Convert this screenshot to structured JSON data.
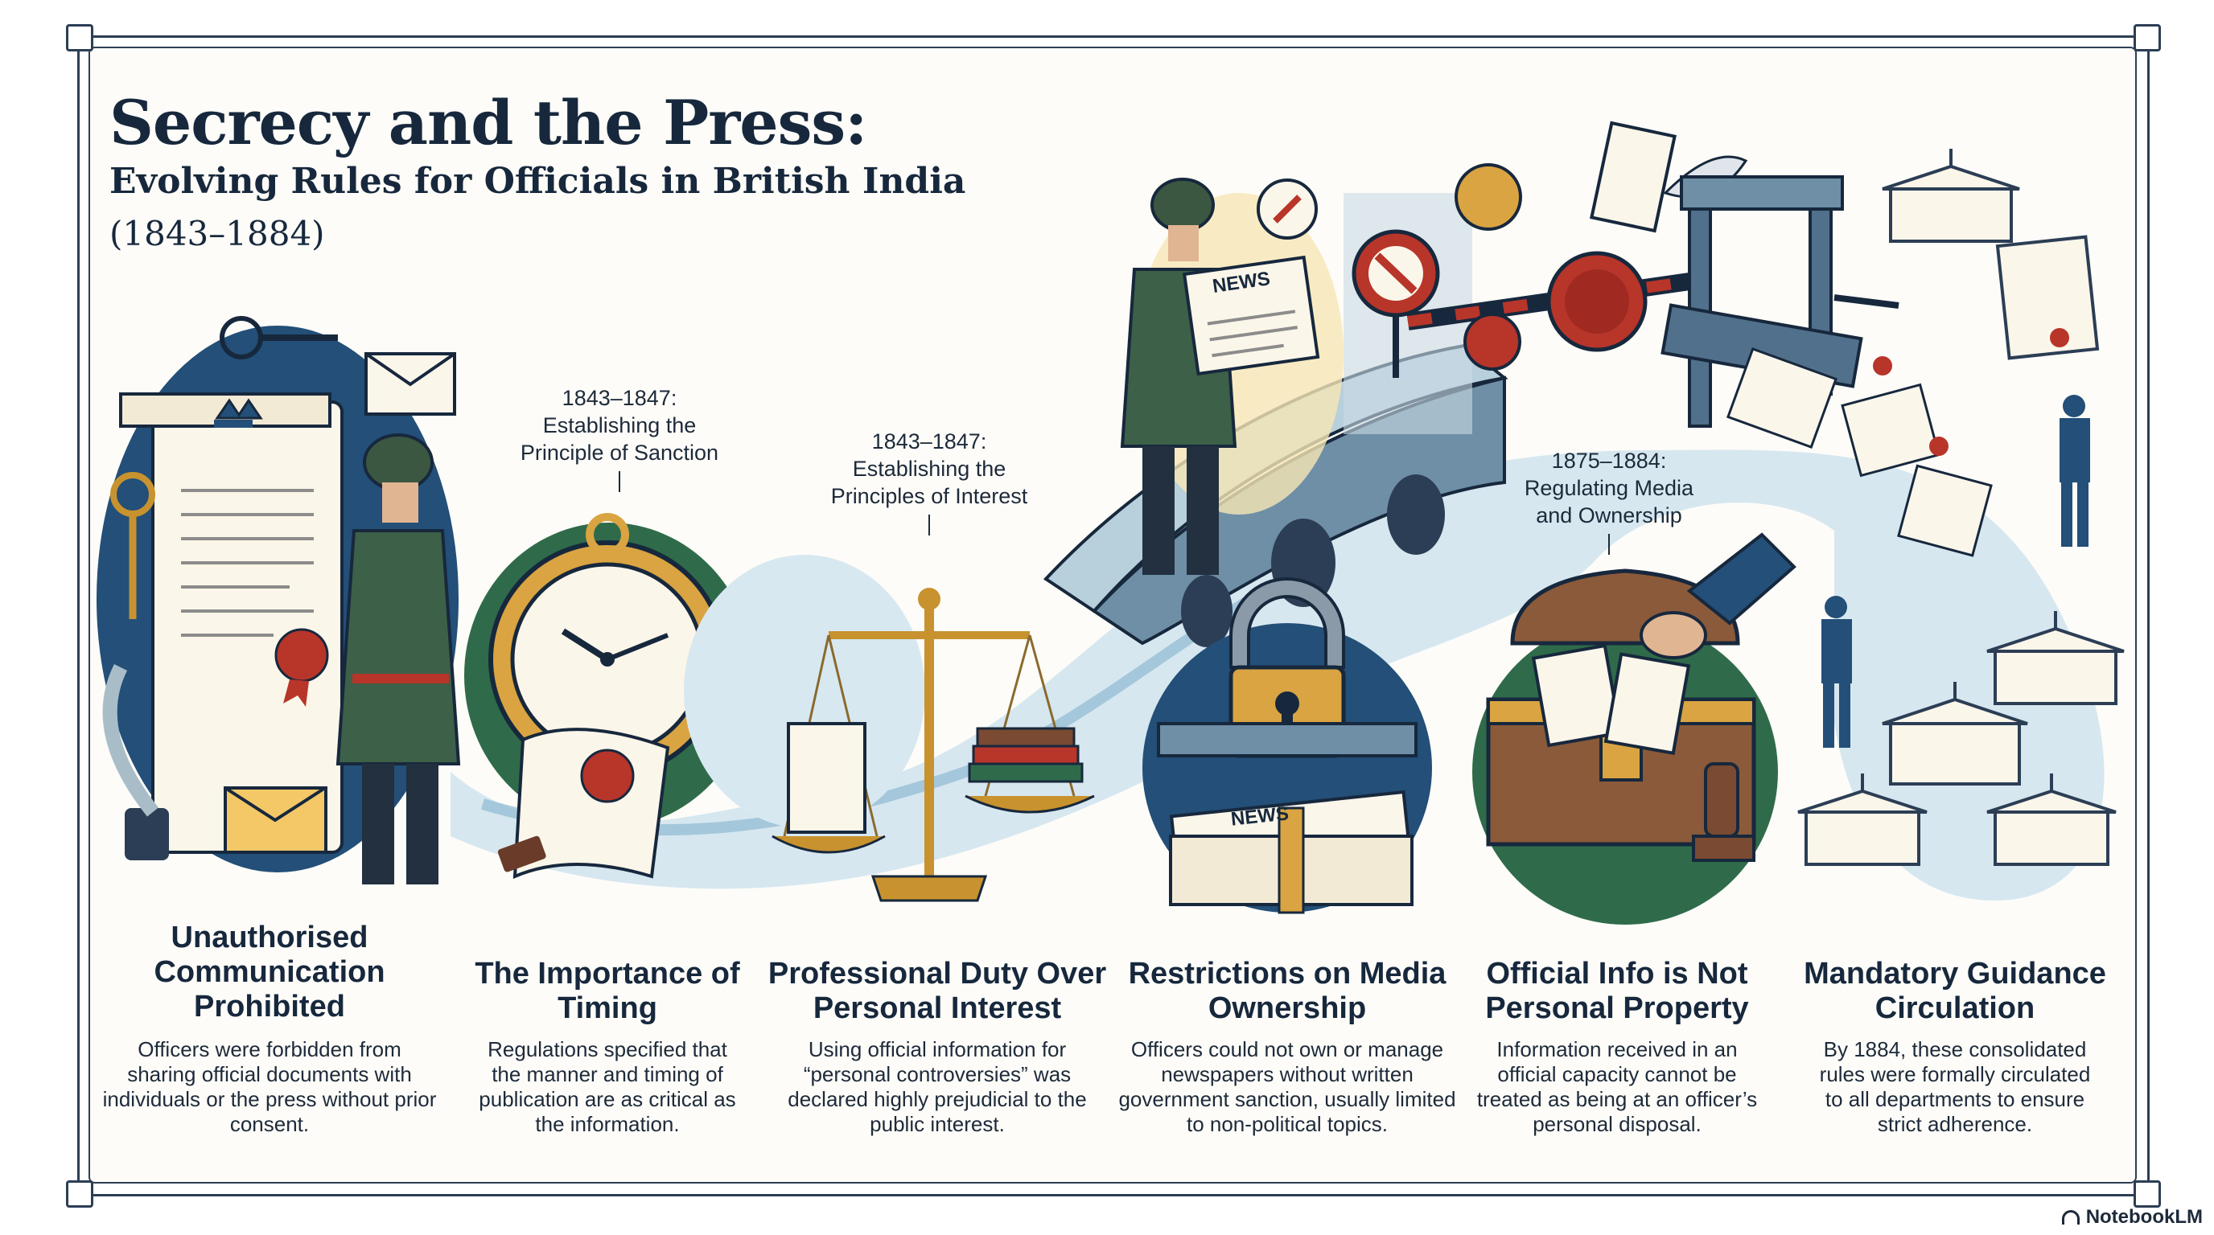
{
  "header": {
    "title": "Secrecy and the Press:",
    "subtitle": "Evolving Rules for Officials in British India",
    "years": "(1843–1884)"
  },
  "timeline_labels": [
    {
      "period": "1843–1847:",
      "text": "Establishing the Principle of Sanction"
    },
    {
      "period": "1843–1847:",
      "text": "Establishing the Principles of Interest"
    },
    {
      "period": "1875–1884:",
      "text": "Regulating Media and Ownership"
    }
  ],
  "illustration_text": {
    "newspaper_masthead": "NEWS",
    "bundle_masthead": "NEWS"
  },
  "sections": [
    {
      "heading": "Unauthorised Communication Prohibited",
      "body": "Officers were forbidden from sharing official documents with individuals or the press without prior consent.",
      "icon": "sealed-document-icon"
    },
    {
      "heading": "The Importance of Timing",
      "body": "Regulations specified that the manner and timing of publication are as critical as the information.",
      "icon": "pocket-watch-icon"
    },
    {
      "heading": "Professional Duty Over Personal Interest",
      "body": "Using official information for “personal controversies” was declared highly prejudicial to the public interest.",
      "icon": "scales-icon"
    },
    {
      "heading": "Restrictions on Media Ownership",
      "body": "Officers could not own or manage newspapers without written government sanction, usually limited to non-political topics.",
      "icon": "padlock-newspaper-icon"
    },
    {
      "heading": "Official Info is Not Personal Property",
      "body": "Information received in an official capacity cannot be treated as being at an officer’s personal disposal.",
      "icon": "treasure-chest-icon"
    },
    {
      "heading": "Mandatory Guidance Circulation",
      "body": "By 1884, these consolidated rules were formally circulated to all departments to ensure strict adherence.",
      "icon": "government-buildings-icon"
    }
  ],
  "footer": {
    "brand": "NotebookLM"
  },
  "colors": {
    "navy": "#17283d",
    "circle_blue": "#234f78",
    "circle_green": "#2f6b4a",
    "river": "#9cc3d9",
    "gold": "#d9a441",
    "wax_red": "#b8352a"
  }
}
